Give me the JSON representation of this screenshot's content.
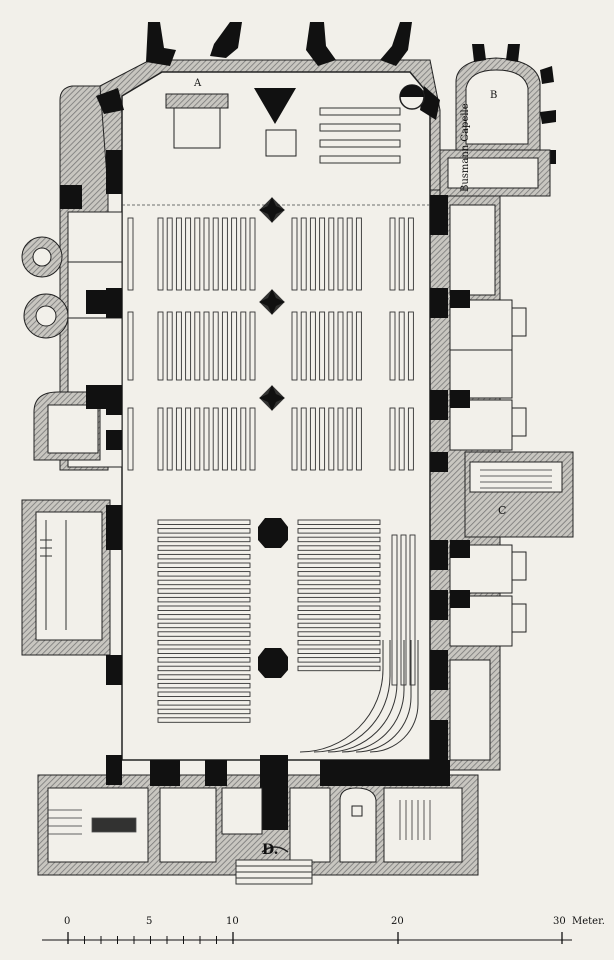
{
  "labels": {
    "room_a": "A",
    "room_b": "B",
    "room_c": "C",
    "room_d": "D.",
    "chapel": "Busmann Capelle"
  },
  "scale": {
    "ticks": [
      "0",
      "5",
      "10",
      "20",
      "30"
    ],
    "unit": "Meter."
  },
  "colors": {
    "paper": "#f2f0ea",
    "wall": "#111111",
    "hatch": "#8a8a8a",
    "line": "#333333"
  }
}
